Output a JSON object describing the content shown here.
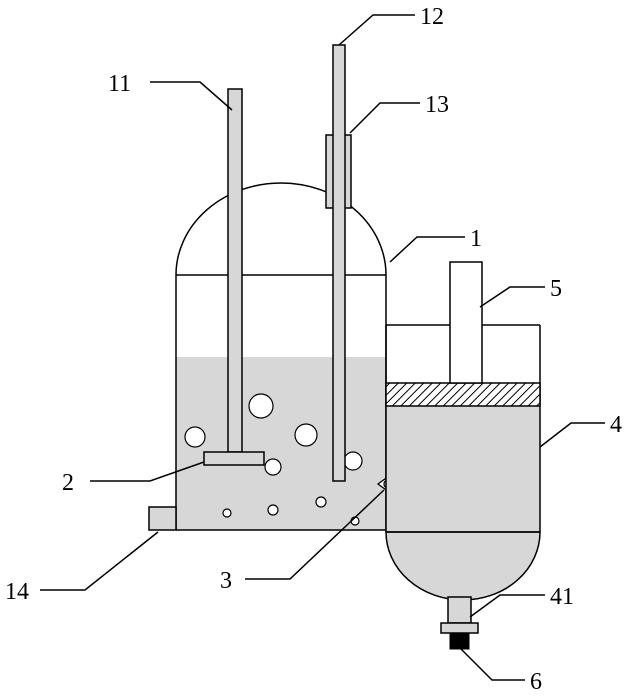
{
  "labels": {
    "l1": "1",
    "l2": "2",
    "l3": "3",
    "l4": "4",
    "l5": "5",
    "l6": "6",
    "l11": "11",
    "l12": "12",
    "l13": "13",
    "l14": "14",
    "l41": "41"
  },
  "colors": {
    "liquid": "#d7d7d7",
    "stroke": "#000000",
    "background": "#ffffff",
    "filter_hatch": "#000000",
    "outlet_cap": "#000000"
  }
}
